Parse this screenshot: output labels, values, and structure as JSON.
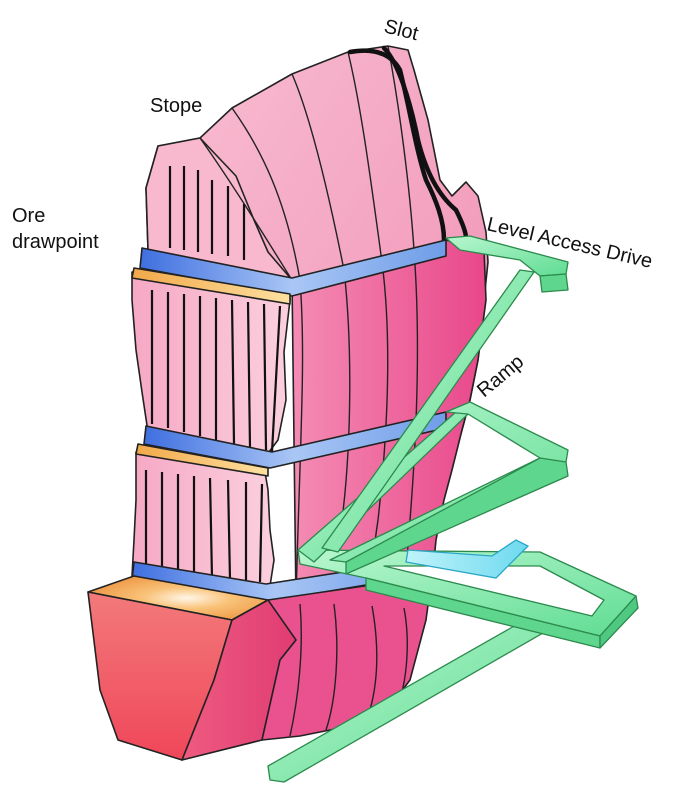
{
  "labels": {
    "slot": "Slot",
    "stope": "Stope",
    "ore_line1": "Ore",
    "ore_line2": "drawpoint",
    "level_access_drive": "Level Access Drive",
    "ramp": "Ramp"
  },
  "colors": {
    "stope_pink": "#f49ab8",
    "stope_dark": "#e84f8c",
    "level_blue": "#5b8de8",
    "ramp_green": "#8ff0b0",
    "ramp_dark": "#4fd68a",
    "drive_cyan": "#7fe6f2",
    "sill_orange": "#f3b65a",
    "base_red": "#ef4f5f"
  },
  "icons": {
    "stope": "ore-body-shape",
    "ramp": "decline-ramp-shape"
  }
}
